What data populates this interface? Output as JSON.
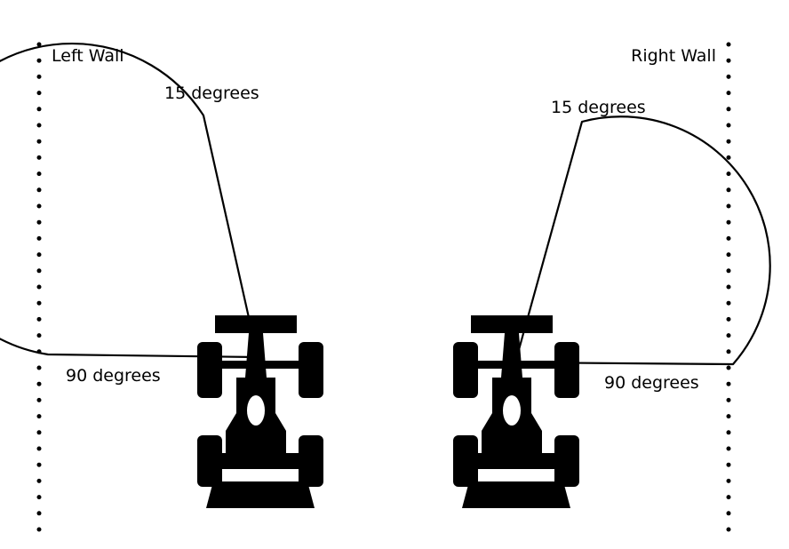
{
  "labels": {
    "left_wall": "Left Wall",
    "right_wall": "Right Wall",
    "left_top_angle": "15 degrees",
    "left_bottom_angle": "90 degrees",
    "right_top_angle": "15 degrees",
    "right_bottom_angle": "90 degrees"
  },
  "colors": {
    "ink": "#000000",
    "background": "#ffffff"
  },
  "icons": {
    "car": "race-car-top-view-icon"
  }
}
